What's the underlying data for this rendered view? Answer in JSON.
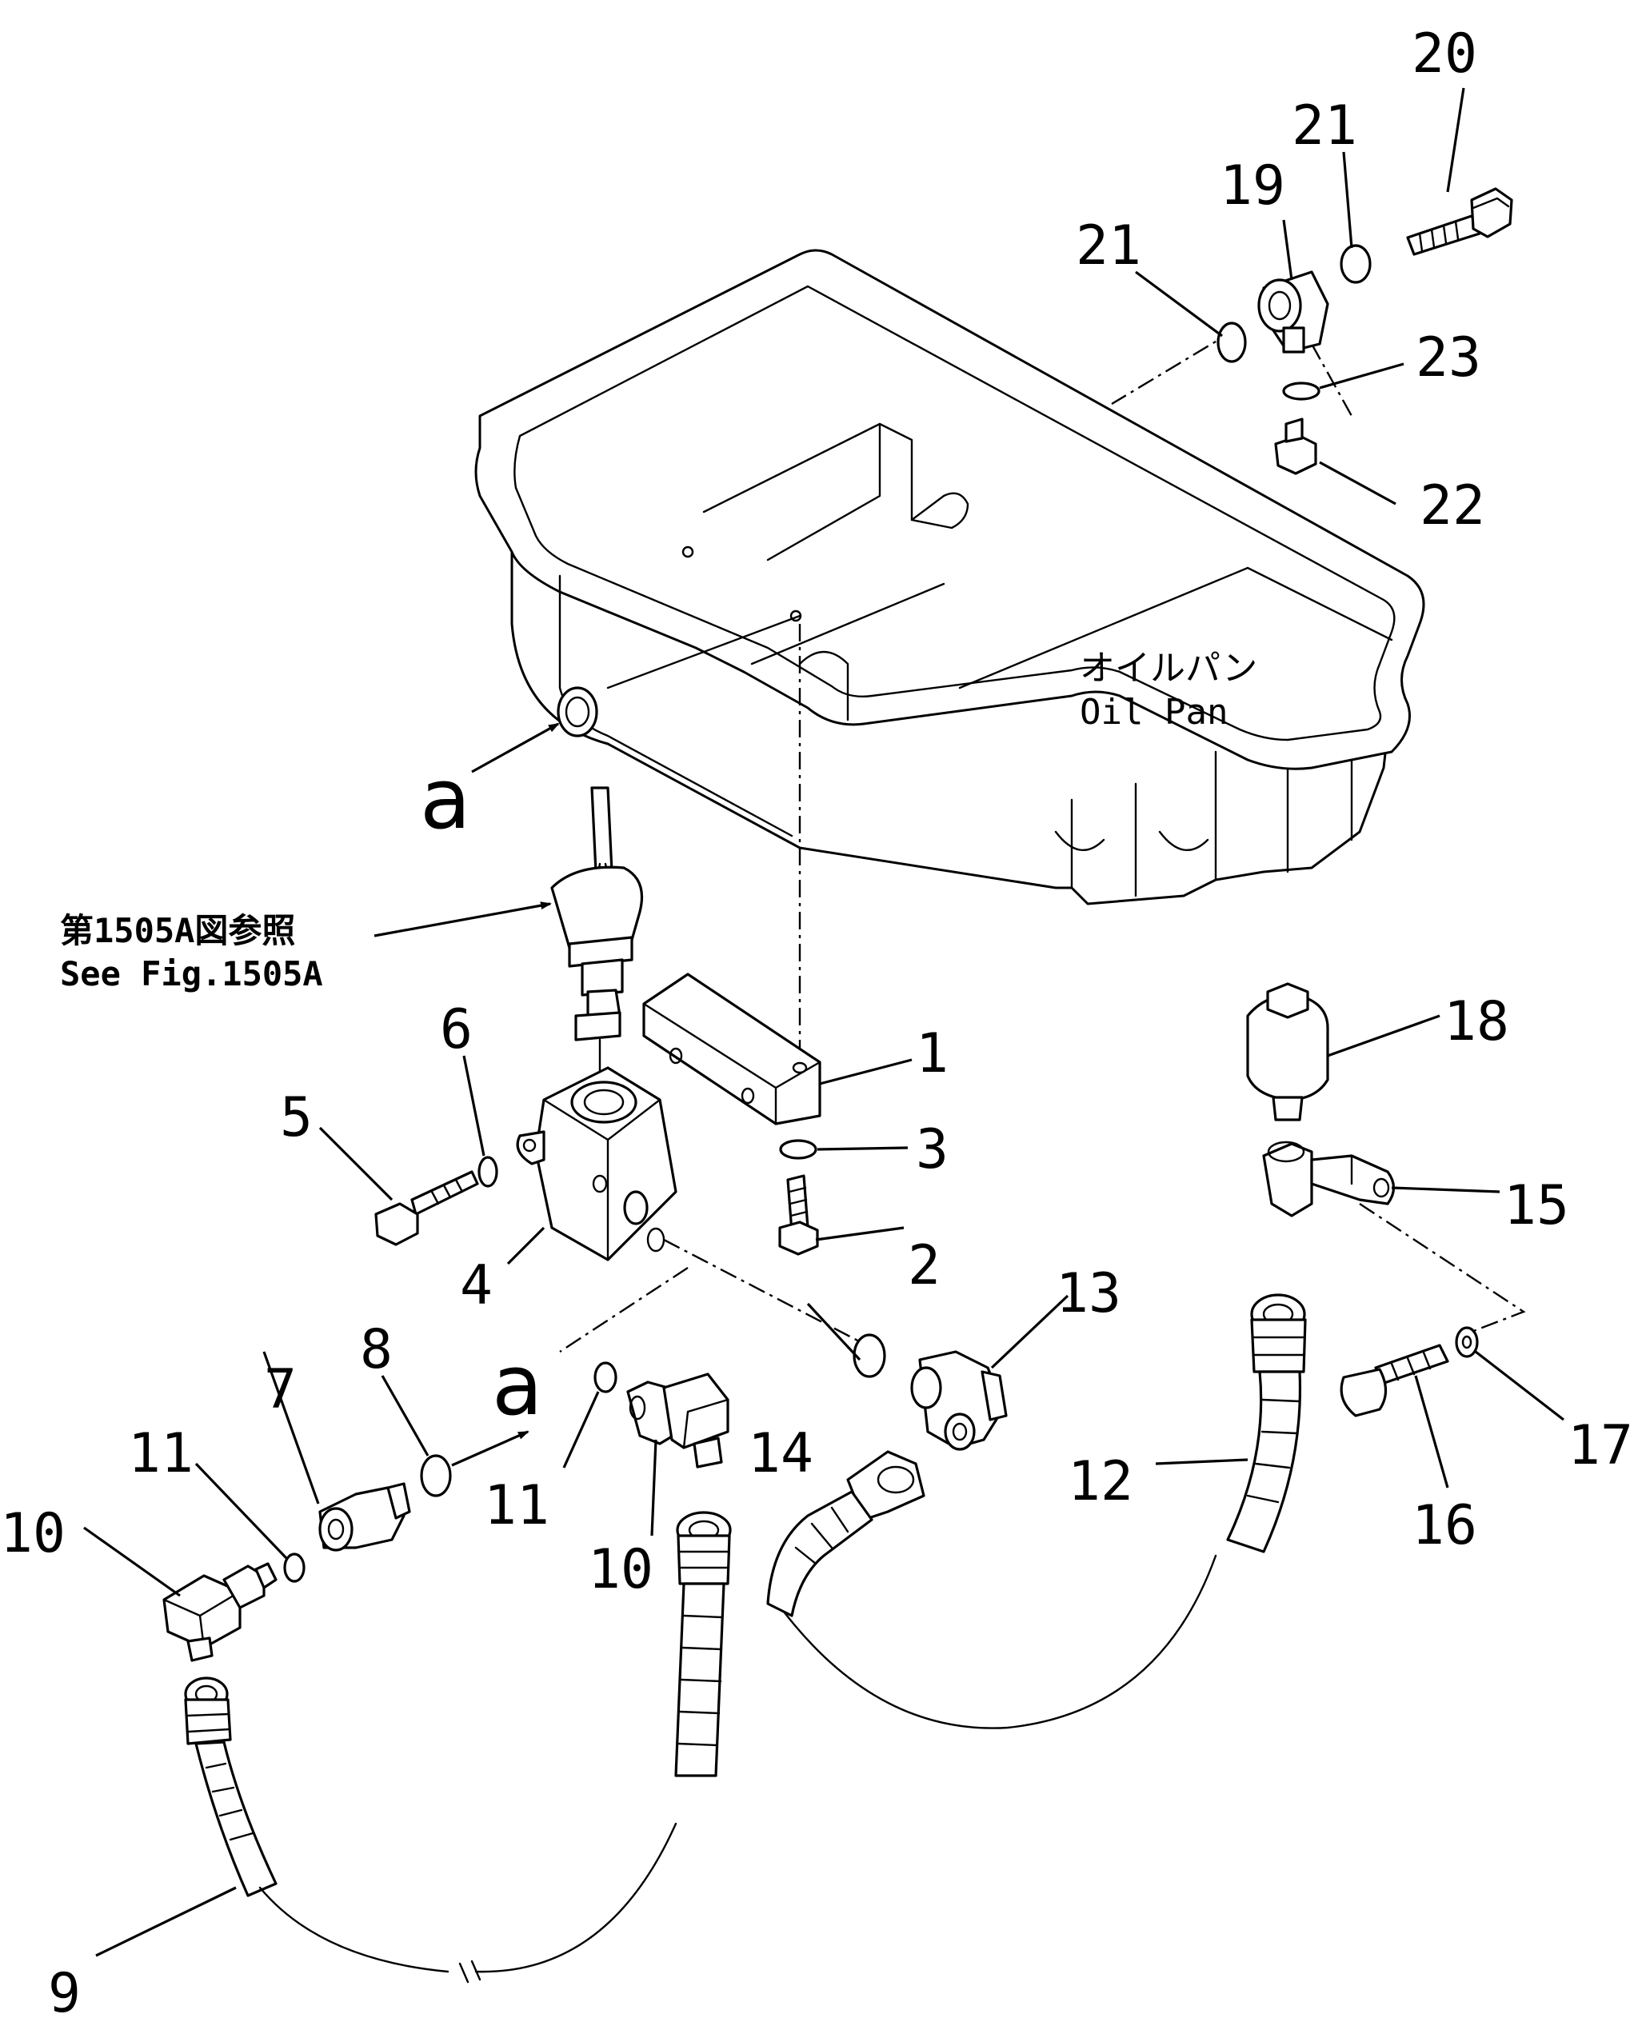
{
  "pan_label": {
    "jp": "オイルパン",
    "en": "Oil Pan"
  },
  "reference_note": {
    "jp": "第1505A図参照",
    "en": "See Fig.1505A"
  },
  "view_letters": [
    "a",
    "a"
  ],
  "callouts": {
    "c1": "1",
    "c2": "2",
    "c3": "3",
    "c4": "4",
    "c5": "5",
    "c6": "6",
    "c7": "7",
    "c8": "8",
    "c9": "9",
    "c10a": "10",
    "c10b": "10",
    "c11a": "11",
    "c11b": "11",
    "c12": "12",
    "c13": "13",
    "c14": "14",
    "c15": "15",
    "c16": "16",
    "c17": "17",
    "c18": "18",
    "c19": "19",
    "c20": "20",
    "c21a": "21",
    "c21b": "21",
    "c22": "22",
    "c23": "23"
  }
}
